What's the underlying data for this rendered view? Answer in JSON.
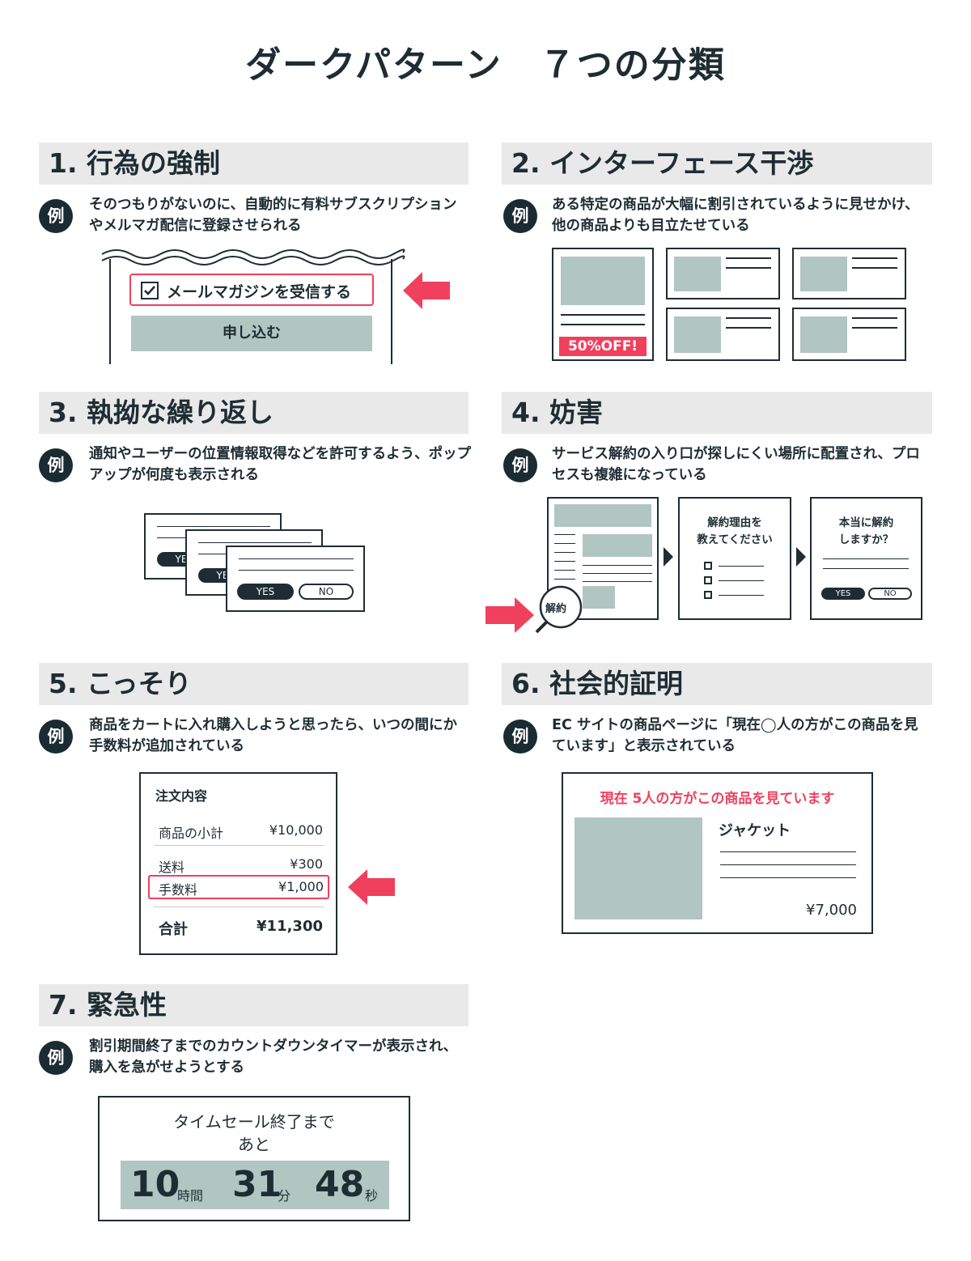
{
  "title": "ダークパターン　７つの分類",
  "example_badge": "例",
  "sections": [
    {
      "heading": "1. 行為の強制",
      "description": "そのつもりがないのに、自動的に有料サブスクリプションやメルマガ配信に登録させられる",
      "checkbox_label": "メールマガジンを受信する",
      "submit_label": "申し込む"
    },
    {
      "heading": "2. インターフェース干渉",
      "description": "ある特定の商品が大幅に割引されているように見せかけ、他の商品よりも目立たせている",
      "sale_tag": "50%OFF!"
    },
    {
      "heading": "3. 執拗な繰り返し",
      "description": "通知やユーザーの位置情報取得などを許可するよう、ポップアップが何度も表示される",
      "yes_label": "YES",
      "no_label": "NO",
      "yes_partial": "YE"
    },
    {
      "heading": "4. 妨害",
      "description": "サービス解約の入り口が探しにくい場所に配置され、プロセスも複雑になっている",
      "magnifier_label": "解約",
      "reason_prompt": "解約理由を\n教えてください",
      "confirm_prompt": "本当に解約\nしますか？",
      "yes_label": "YES",
      "no_label": "NO"
    },
    {
      "heading": "5. こっそり",
      "description": "商品をカートに入れ購入しようと思ったら、いつの間にか手数料が追加されている",
      "order_title": "注文内容",
      "rows": [
        {
          "label": "商品の小計",
          "value": "¥10,000"
        },
        {
          "label": "送料",
          "value": "¥300"
        },
        {
          "label": "手数料",
          "value": "¥1,000"
        }
      ],
      "total_label": "合計",
      "total_value": "¥11,300"
    },
    {
      "heading": "6. 社会的証明",
      "description": "EC サイトの商品ページに「現在◯人の方がこの商品を見ています」と表示されている",
      "viewer_notice": "現在 5人の方がこの商品を見ています",
      "product_name": "ジャケット",
      "price": "¥7,000"
    },
    {
      "heading": "7. 緊急性",
      "description": "割引期間終了までのカウントダウンタイマーが表示され、購入を急がせようとする",
      "timer_caption": "タイムセール終了まで\nあと",
      "hours": "10",
      "hours_unit": "時間",
      "minutes": "31",
      "minutes_unit": "分",
      "seconds": "48",
      "seconds_unit": "秒"
    }
  ],
  "colors": {
    "dark": "#1e2d33",
    "accent": "#f0405e",
    "placeholder": "#b1c5c1",
    "heading_bg": "#e9e9e9"
  }
}
